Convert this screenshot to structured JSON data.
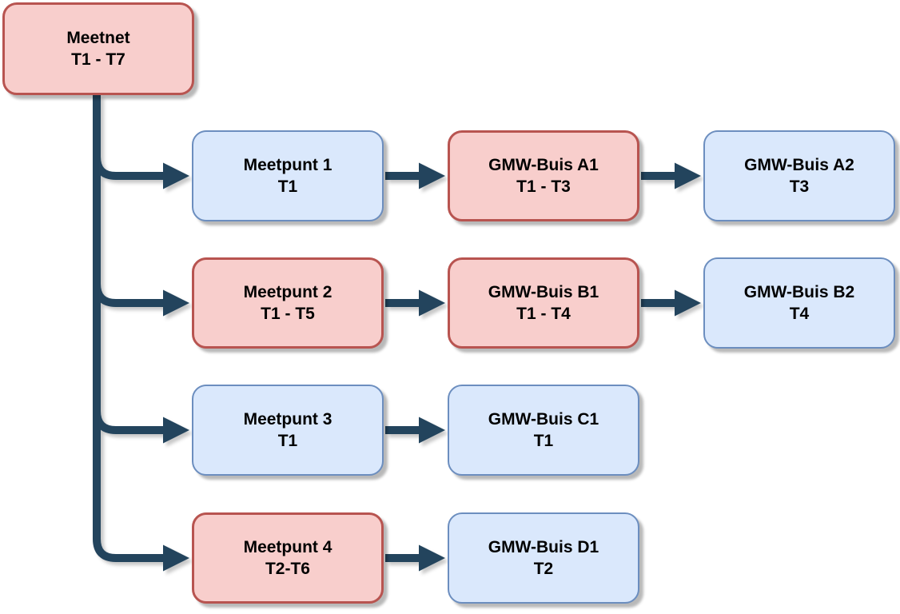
{
  "diagram": {
    "title": "Meetnet hierarchy diagram",
    "styles": {
      "red": {
        "fill": "#f8cecc",
        "stroke": "#b85450"
      },
      "blue": {
        "fill": "#dae8fc",
        "stroke": "#6c8ebf"
      },
      "connector": "#23445d",
      "text": "#000000",
      "background": "#ffffff"
    },
    "nodes": [
      {
        "id": "meetnet",
        "line1": "Meetnet",
        "line2": "T1 - T7",
        "color": "red"
      },
      {
        "id": "meetpunt-1",
        "line1": "Meetpunt 1",
        "line2": "T1",
        "color": "blue"
      },
      {
        "id": "gmw-buis-a1",
        "line1": "GMW-Buis A1",
        "line2": "T1 - T3",
        "color": "red"
      },
      {
        "id": "gmw-buis-a2",
        "line1": "GMW-Buis A2",
        "line2": "T3",
        "color": "blue"
      },
      {
        "id": "meetpunt-2",
        "line1": "Meetpunt 2",
        "line2": "T1 - T5",
        "color": "red"
      },
      {
        "id": "gmw-buis-b1",
        "line1": "GMW-Buis B1",
        "line2": "T1 - T4",
        "color": "red"
      },
      {
        "id": "gmw-buis-b2",
        "line1": "GMW-Buis B2",
        "line2": "T4",
        "color": "blue"
      },
      {
        "id": "meetpunt-3",
        "line1": "Meetpunt 3",
        "line2": "T1",
        "color": "blue"
      },
      {
        "id": "gmw-buis-c1",
        "line1": "GMW-Buis C1",
        "line2": "T1",
        "color": "blue"
      },
      {
        "id": "meetpunt-4",
        "line1": "Meetpunt 4",
        "line2": "T2-T6",
        "color": "red"
      },
      {
        "id": "gmw-buis-d1",
        "line1": "GMW-Buis D1",
        "line2": "T2",
        "color": "blue"
      }
    ],
    "edges": [
      {
        "from": "meetnet",
        "to": "meetpunt-1"
      },
      {
        "from": "meetnet",
        "to": "meetpunt-2"
      },
      {
        "from": "meetnet",
        "to": "meetpunt-3"
      },
      {
        "from": "meetnet",
        "to": "meetpunt-4"
      },
      {
        "from": "meetpunt-1",
        "to": "gmw-buis-a1"
      },
      {
        "from": "gmw-buis-a1",
        "to": "gmw-buis-a2"
      },
      {
        "from": "meetpunt-2",
        "to": "gmw-buis-b1"
      },
      {
        "from": "gmw-buis-b1",
        "to": "gmw-buis-b2"
      },
      {
        "from": "meetpunt-3",
        "to": "gmw-buis-c1"
      },
      {
        "from": "meetpunt-4",
        "to": "gmw-buis-d1"
      }
    ]
  }
}
